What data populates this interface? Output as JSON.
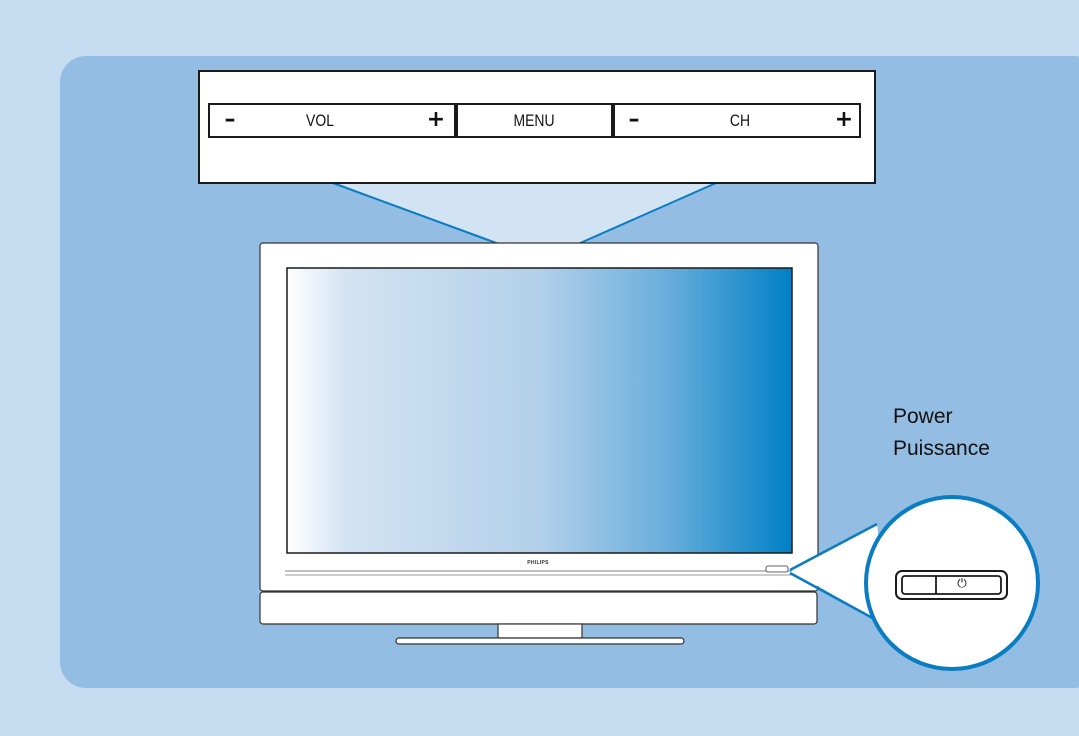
{
  "control_strip": {
    "vol_minus": "–",
    "vol_label": "VOL",
    "vol_plus": "+",
    "menu_label": "MENU",
    "ch_minus": "–",
    "ch_label": "CH",
    "ch_plus": "+"
  },
  "tv": {
    "brand": "PHILIPS"
  },
  "power": {
    "label_en": "Power",
    "label_fr": "Puissance",
    "icon": "power-icon"
  },
  "colors": {
    "background": "#c5dbef",
    "panel": "#94bde3",
    "callout_line": "#0a7cc2",
    "screen_gradient_end": "#0080c6"
  }
}
